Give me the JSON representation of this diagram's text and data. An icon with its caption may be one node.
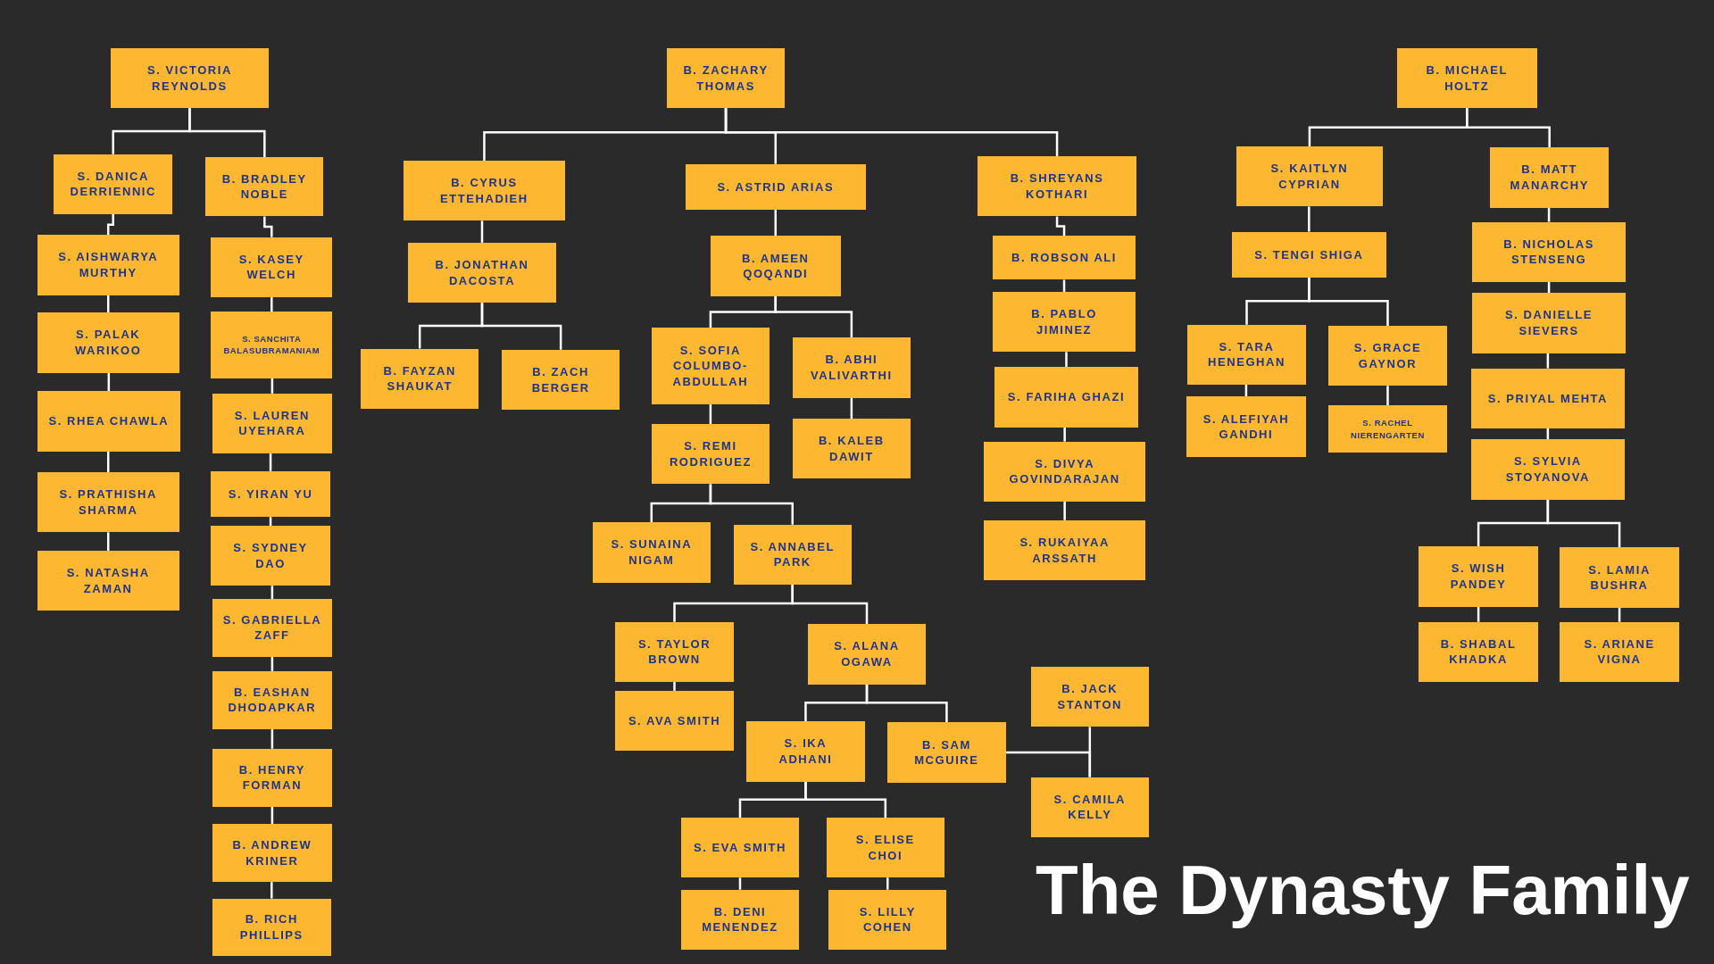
{
  "diagram": {
    "title": "The Dynasty Family",
    "nodes": [
      {
        "text": [
          "S. VICTORIA REYNOLDS"
        ]
      },
      {
        "text": [
          "S. DANICA DERRIENNIC"
        ]
      },
      {
        "text": [
          "B. BRADLEY NOBLE"
        ]
      },
      {
        "text": [
          "S. AISHWARYA MURTHY"
        ]
      },
      {
        "text": [
          "S. PALAK WARIKOO"
        ]
      },
      {
        "text": [
          "S. RHEA CHAWLA"
        ]
      },
      {
        "text": [
          "S. PRATHISHA SHARMA"
        ]
      },
      {
        "text": [
          "S. NATASHA ZAMAN"
        ]
      },
      {
        "text": [
          "S. KASEY WELCH"
        ]
      },
      {
        "text": [
          "S. SANCHITA BALASUBRAMANIAM"
        ]
      },
      {
        "text": [
          "S. LAUREN UYEHARA"
        ]
      },
      {
        "text": [
          "S. YIRAN YU"
        ]
      },
      {
        "text": [
          "S. SYDNEY DAO"
        ]
      },
      {
        "text": [
          "S. GABRIELLA ZAFF"
        ]
      },
      {
        "text": [
          "B. EASHAN DHODAPKAR"
        ]
      },
      {
        "text": [
          "B. HENRY FORMAN"
        ]
      },
      {
        "text": [
          "B. ANDREW KRINER"
        ]
      },
      {
        "text": [
          "B. RICH PHILLIPS"
        ]
      },
      {
        "text": [
          "B. ZACHARY THOMAS"
        ]
      },
      {
        "text": [
          "B. CYRUS ETTEHADIEH"
        ]
      },
      {
        "text": [
          "S. ASTRID ARIAS"
        ]
      },
      {
        "text": [
          "B. SHREYANS KOTHARI"
        ]
      },
      {
        "text": [
          "B. JONATHAN DACOSTA"
        ]
      },
      {
        "text": [
          "B. FAYZAN SHAUKAT"
        ]
      },
      {
        "text": [
          "B. ZACH BERGER"
        ]
      },
      {
        "text": [
          "B. AMEEN QOQANDI"
        ]
      },
      {
        "text": [
          "S. SOFIA COLUMBO-ABDULLAH"
        ]
      },
      {
        "text": [
          "B. ABHI VALIVARTHI"
        ]
      },
      {
        "text": [
          "S. REMI RODRIGUEZ"
        ]
      },
      {
        "text": [
          "B. KALEB DAWIT"
        ]
      },
      {
        "text": [
          "S. SUNAINA NIGAM"
        ]
      },
      {
        "text": [
          "S. ANNABEL PARK"
        ]
      },
      {
        "text": [
          "S. TAYLOR BROWN"
        ]
      },
      {
        "text": [
          "S. AVA SMITH"
        ]
      },
      {
        "text": [
          "S. ALANA OGAWA"
        ]
      },
      {
        "text": [
          "S. IKA ADHANI"
        ]
      },
      {
        "text": [
          "B. SAM MCGUIRE"
        ]
      },
      {
        "text": [
          "B. JACK STANTON"
        ]
      },
      {
        "text": [
          "S. CAMILA KELLY"
        ]
      },
      {
        "text": [
          "S. EVA SMITH"
        ]
      },
      {
        "text": [
          "S. ELISE CHOI"
        ]
      },
      {
        "text": [
          "B. DENI MENENDEZ"
        ]
      },
      {
        "text": [
          "S. LILLY COHEN"
        ]
      },
      {
        "text": [
          "B. ROBSON ALI"
        ]
      },
      {
        "text": [
          "B. PABLO JIMINEZ"
        ]
      },
      {
        "text": [
          "S. FARIHA GHAZI"
        ]
      },
      {
        "text": [
          "S. DIVYA GOVINDARAJAN"
        ]
      },
      {
        "text": [
          "S. RUKAIYAA ARSSATH"
        ]
      },
      {
        "text": [
          "B. MICHAEL HOLTZ"
        ]
      },
      {
        "text": [
          "S. KAITLYN CYPRIAN"
        ]
      },
      {
        "text": [
          "B. MATT MANARCHY"
        ]
      },
      {
        "text": [
          "S. TENGI SHIGA"
        ]
      },
      {
        "text": [
          "S. TARA HENEGHAN"
        ]
      },
      {
        "text": [
          "S. GRACE GAYNOR"
        ]
      },
      {
        "text": [
          "S. ALEFIYAH GANDHI"
        ]
      },
      {
        "text": [
          "S. RACHEL NIERENGARTEN"
        ]
      },
      {
        "text": [
          "B. NICHOLAS STENSENG"
        ]
      },
      {
        "text": [
          "S. DANIELLE SIEVERS"
        ]
      },
      {
        "text": [
          "S. PRIYAL MEHTA"
        ]
      },
      {
        "text": [
          "S. SYLVIA STOYANOVA"
        ]
      },
      {
        "text": [
          "S. WISH PANDEY"
        ]
      },
      {
        "text": [
          "S. LAMIA BUSHRA"
        ]
      },
      {
        "text": [
          "B. SHABAL KHADKA"
        ]
      },
      {
        "text": [
          "S. ARIANE VIGNA"
        ]
      }
    ],
    "edges": [
      {
        "from": 0,
        "to": 1,
        "arrow": "none"
      },
      {
        "from": 0,
        "to": 2,
        "arrow": "none"
      },
      {
        "from": 1,
        "to": 3,
        "arrow": "none"
      },
      {
        "from": 3,
        "to": 4,
        "arrow": "none"
      },
      {
        "from": 4,
        "to": 5,
        "arrow": "none"
      },
      {
        "from": 5,
        "to": 6,
        "arrow": "none"
      },
      {
        "from": 6,
        "to": 7,
        "arrow": "none"
      },
      {
        "from": 2,
        "to": 8,
        "arrow": "none"
      },
      {
        "from": 8,
        "to": 9,
        "arrow": "none"
      },
      {
        "from": 9,
        "to": 10,
        "arrow": "none"
      },
      {
        "from": 10,
        "to": 11,
        "arrow": "none"
      },
      {
        "from": 11,
        "to": 12,
        "arrow": "none"
      },
      {
        "from": 12,
        "to": 13,
        "arrow": "none"
      },
      {
        "from": 13,
        "to": 14,
        "arrow": "none"
      },
      {
        "from": 14,
        "to": 15,
        "arrow": "none"
      },
      {
        "from": 15,
        "to": 16,
        "arrow": "none"
      },
      {
        "from": 16,
        "to": 17,
        "arrow": "none"
      },
      {
        "from": 18,
        "to": 19,
        "arrow": "none"
      },
      {
        "from": 18,
        "to": 20,
        "arrow": "none"
      },
      {
        "from": 18,
        "to": 21,
        "arrow": "none"
      },
      {
        "from": 19,
        "to": 22,
        "arrow": "none"
      },
      {
        "from": 22,
        "to": 23,
        "arrow": "none"
      },
      {
        "from": 22,
        "to": 24,
        "arrow": "none"
      },
      {
        "from": 20,
        "to": 25,
        "arrow": "none"
      },
      {
        "from": 25,
        "to": 26,
        "arrow": "none"
      },
      {
        "from": 25,
        "to": 27,
        "arrow": "none"
      },
      {
        "from": 26,
        "to": 28,
        "arrow": "none"
      },
      {
        "from": 27,
        "to": 29,
        "arrow": "none"
      },
      {
        "from": 28,
        "to": 30,
        "arrow": "none"
      },
      {
        "from": 28,
        "to": 31,
        "arrow": "none"
      },
      {
        "from": 31,
        "to": 32,
        "arrow": "none"
      },
      {
        "from": 31,
        "to": 34,
        "arrow": "none"
      },
      {
        "from": 32,
        "to": 33,
        "arrow": "none"
      },
      {
        "from": 34,
        "to": 35,
        "arrow": "none"
      },
      {
        "from": 34,
        "to": 36,
        "arrow": "none"
      },
      {
        "from": 36,
        "to": 38,
        "arrow": "none"
      },
      {
        "from": 37,
        "to": 38,
        "arrow": "none"
      },
      {
        "from": 35,
        "to": 39,
        "arrow": "none"
      },
      {
        "from": 35,
        "to": 40,
        "arrow": "none"
      },
      {
        "from": 39,
        "to": 41,
        "arrow": "none"
      },
      {
        "from": 40,
        "to": 42,
        "arrow": "none"
      },
      {
        "from": 21,
        "to": 43,
        "arrow": "none"
      },
      {
        "from": 43,
        "to": 44,
        "arrow": "none"
      },
      {
        "from": 44,
        "to": 45,
        "arrow": "none"
      },
      {
        "from": 45,
        "to": 46,
        "arrow": "none"
      },
      {
        "from": 46,
        "to": 47,
        "arrow": "none"
      },
      {
        "from": 48,
        "to": 49,
        "arrow": "none"
      },
      {
        "from": 48,
        "to": 50,
        "arrow": "none"
      },
      {
        "from": 49,
        "to": 51,
        "arrow": "none"
      },
      {
        "from": 51,
        "to": 52,
        "arrow": "none"
      },
      {
        "from": 51,
        "to": 53,
        "arrow": "none"
      },
      {
        "from": 52,
        "to": 54,
        "arrow": "none"
      },
      {
        "from": 53,
        "to": 55,
        "arrow": "none"
      },
      {
        "from": 50,
        "to": 56,
        "arrow": "none"
      },
      {
        "from": 56,
        "to": 57,
        "arrow": "none"
      },
      {
        "from": 57,
        "to": 58,
        "arrow": "none"
      },
      {
        "from": 58,
        "to": 59,
        "arrow": "none"
      },
      {
        "from": 59,
        "to": 60,
        "arrow": "none"
      },
      {
        "from": 59,
        "to": 61,
        "arrow": "none"
      },
      {
        "from": 60,
        "to": 62,
        "arrow": "none"
      },
      {
        "from": 61,
        "to": 63,
        "arrow": "none"
      }
    ]
  }
}
